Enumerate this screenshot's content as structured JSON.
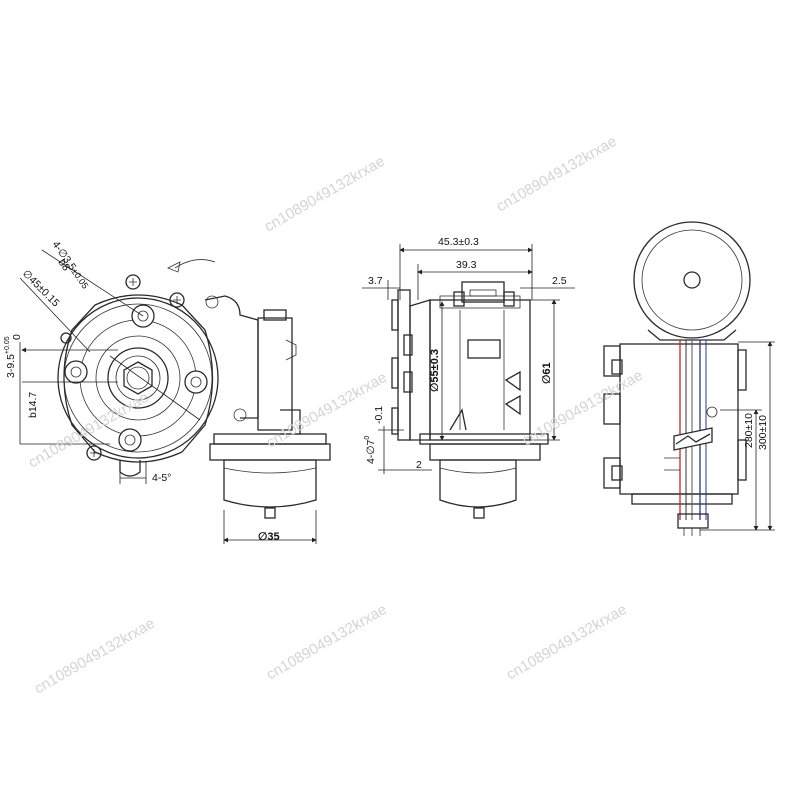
{
  "watermark_text": "cn1089049132krxae",
  "front_view": {
    "hole_spec_main": "4-∅3.5",
    "hole_spec_tol": "±0.05",
    "hole_b8": "b8",
    "pcd": "∅45±0.15",
    "slot_main": "3-9.5",
    "slot_sup": "+0.05",
    "slot_sub": "0",
    "b14": "b14.7",
    "angle": "4-5°",
    "diameter_bottom": "∅35"
  },
  "side_view": {
    "width_overall": "45.3±0.3",
    "width_inner": "39.3",
    "left_offset": "3.7",
    "right_offset": "2.5",
    "diameter_inner": "∅55±0.3",
    "diameter_outer": "∅61",
    "hole_spec": "4-∅7",
    "hole_sup": "0",
    "hole_sub": "-0.1",
    "bottom_gap": "2"
  },
  "rear_view": {
    "lead_short": "280±10",
    "lead_long": "300±10"
  }
}
